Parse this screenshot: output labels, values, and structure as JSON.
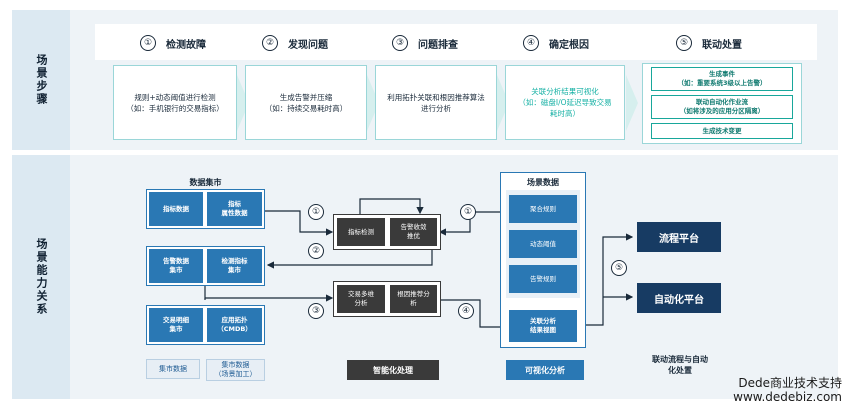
{
  "rows": {
    "scene_steps_label": "场景步骤",
    "capability_label": "场景能力关系"
  },
  "steps": [
    {
      "num": "①",
      "title": "检测故障",
      "desc": "规则+动态阈值进行检测",
      "desc2": "（如：手机银行的交易指标）"
    },
    {
      "num": "②",
      "title": "发现问题",
      "desc": "生成告警并压缩",
      "desc2": "（如：持续交易耗时高）"
    },
    {
      "num": "③",
      "title": "问题排查",
      "desc": "利用拓扑关联和根因推荐算法",
      "desc2": "进行分析"
    },
    {
      "num": "④",
      "title": "确定根因",
      "desc": "关联分析结果可视化",
      "desc2": "（如：磁盘I/O延迟导致交易耗时高）"
    },
    {
      "num": "⑤",
      "title": "联动处置"
    }
  ],
  "step5_actions": [
    {
      "line1": "生成事件",
      "line2": "（如：重要系统3级以上告警）"
    },
    {
      "line1": "联动自动化作业流",
      "line2": "（如将涉及的应用分区隔离）"
    },
    {
      "line1": "生成技术变更",
      "line2": ""
    }
  ],
  "mart": {
    "title": "数据集市",
    "tiles": [
      {
        "l1": "指标数据",
        "l2": ""
      },
      {
        "l1": "指标",
        "l2": "属性数据"
      },
      {
        "l1": "告警数据",
        "l2": "集市"
      },
      {
        "l1": "检测指标",
        "l2": "集市"
      },
      {
        "l1": "交易明细",
        "l2": "集市"
      },
      {
        "l1": "应用拓扑",
        "l2": "（CMDB）"
      }
    ],
    "caption1": "集市数据",
    "caption2_l1": "集市数据",
    "caption2_l2": "（场景加工）"
  },
  "processing": {
    "box1": "指标检测",
    "box2_l1": "告警收敛",
    "box2_l2": "推优",
    "box3_l1": "交易多维",
    "box3_l2": "分析",
    "box4_l1": "根因推荐分",
    "box4_l2": "析",
    "caption": "智能化处理"
  },
  "scene_data": {
    "title": "场景数据",
    "items": [
      "聚合规则",
      "动态阈值",
      "告警规则"
    ],
    "view_l1": "关联分析",
    "view_l2": "结果视图",
    "caption": "可视化分析"
  },
  "platforms": {
    "flow": "流程平台",
    "auto": "自动化平台",
    "caption_l1": "联动流程与自动",
    "caption_l2": "化处置"
  },
  "arrow_nums": [
    "①",
    "①",
    "②",
    "③",
    "④",
    "⑤"
  ],
  "watermark": {
    "line1": "Dede商业技术支持",
    "line2": "www.dedebiz.com"
  },
  "colors": {
    "teal": "#15b0a4",
    "blue": "#2a78b4",
    "navy": "#173b63",
    "dark": "#3a3a3a"
  }
}
